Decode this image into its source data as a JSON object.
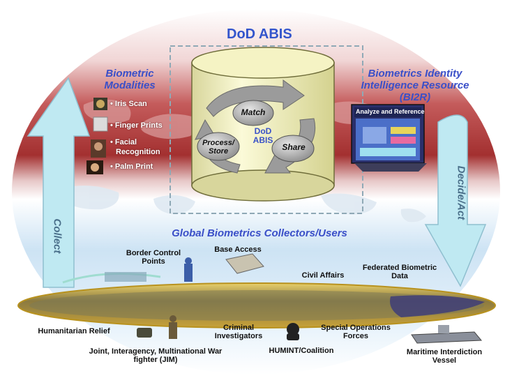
{
  "title": "DoD ABIS",
  "modalities": {
    "heading_line1": "Biometric",
    "heading_line2": "Modalities",
    "items": [
      "Iris Scan",
      "Finger Prints",
      "Facial",
      "Recognition",
      "Palm Print"
    ]
  },
  "bi2r": {
    "line1": "Biometrics Identity",
    "line2": "Intelligence Resource",
    "line3": "(BI2R)",
    "screen_title": "Analyze and Reference"
  },
  "cylinder": {
    "match": "Match",
    "process_line1": "Process/",
    "process_line2": "Store",
    "share": "Share",
    "center_line1": "DoD",
    "center_line2": "ABIS"
  },
  "collect": "Collect",
  "decide": "Decide/Act",
  "collectors_heading": "Global Biometrics Collectors/Users",
  "labels": {
    "border_line1": "Border Control",
    "border_line2": "Points",
    "base_access": "Base Access",
    "civil_affairs": "Civil Affairs",
    "federated_line1": "Federated Biometric",
    "federated_line2": "Data",
    "humanitarian": "Humanitarian Relief",
    "criminal_line1": "Criminal",
    "criminal_line2": "Investigators",
    "special_line1": "Special Operations",
    "special_line2": "Forces",
    "jim_line1": "Joint, Interagency, Multinational War",
    "jim_line2": "fighter (JIM)",
    "humint": "HUMINT/Coalition",
    "maritime_line1": "Maritime Interdiction",
    "maritime_line2": "Vessel"
  },
  "colors": {
    "title_blue": "#3355cc",
    "heading_blue": "#3a4fc8",
    "red_band": "#b43a3a",
    "sky_blue": "#cfe6f6",
    "arrow_cyan": "#bfe9f2",
    "disc_gold": "#d9b84a",
    "cylinder_yellow": "#f6f4c4"
  }
}
